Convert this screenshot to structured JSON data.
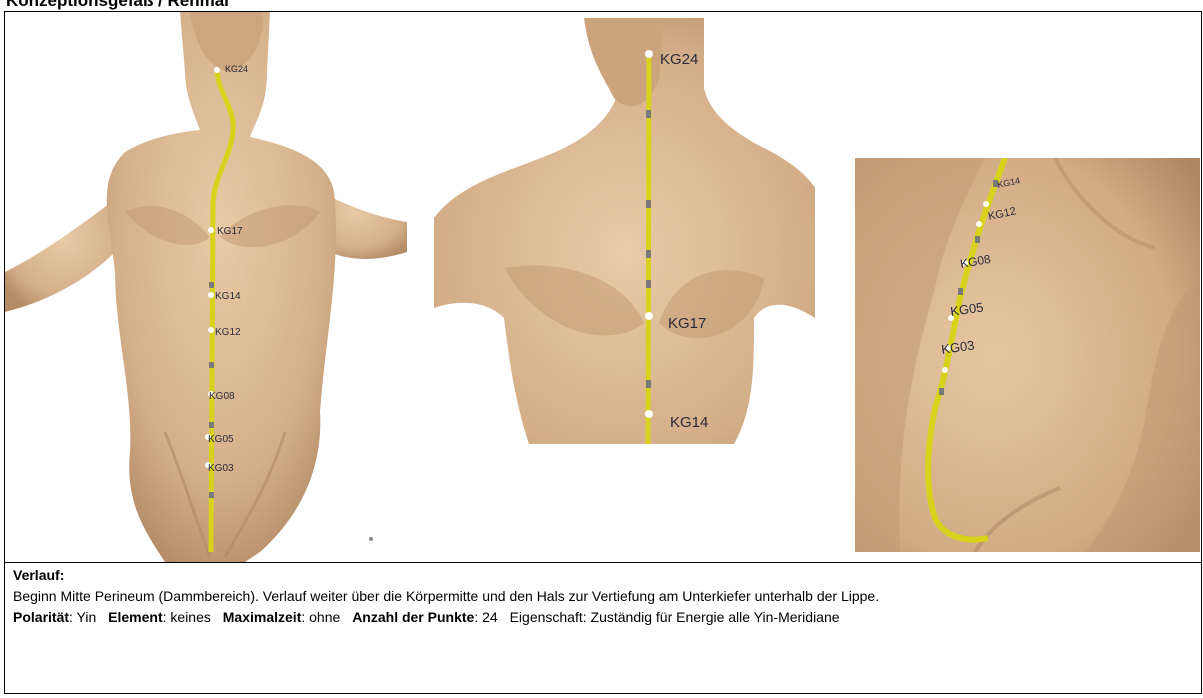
{
  "page": {
    "title": "Konzeptionsgefäß / Renmai"
  },
  "figures": {
    "front_torso": {
      "labels": [
        "KG24",
        "KG17",
        "KG14",
        "KG12",
        "KG08",
        "KG05",
        "KG03"
      ]
    },
    "chest_closeup": {
      "labels": [
        "KG24",
        "KG17",
        "KG14"
      ]
    },
    "side_abdomen": {
      "labels": [
        "KG14",
        "KG12",
        "KG08",
        "KG05",
        "KG03"
      ]
    }
  },
  "description": {
    "heading": "Verlauf:",
    "text": "Beginn Mitte Perineum (Dammbereich). Verlauf weiter über die Körpermitte und den Hals zur Vertiefung am Unterkiefer unterhalb der Lippe.",
    "properties": {
      "polarity_label": "Polarität",
      "polarity_value": ": Yin",
      "element_label": "Element",
      "element_value": ": keines",
      "maxtime_label": "Maximalzeit",
      "maxtime_value": ": ohne",
      "points_label": "Anzahl der Punkte",
      "points_value": ": 24",
      "property_text": "Eigenschaft: Zuständig für Energie alle Yin-Meridiane"
    }
  },
  "colors": {
    "skin": "#d9b794",
    "skin_shadow": "#b8906c",
    "meridian": "#d8d21c",
    "point_white": "#ffffff",
    "point_grey": "#7a7a7a"
  }
}
